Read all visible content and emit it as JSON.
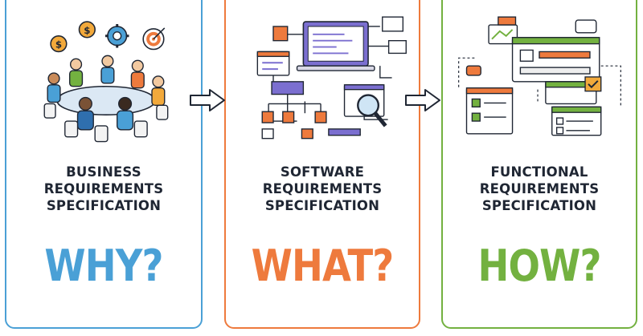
{
  "columns": [
    {
      "title_lines": [
        "BUSINESS",
        "REQUIREMENTS",
        "SPECIFICATION"
      ],
      "question": "WHY?",
      "color": "#4aa0d6"
    },
    {
      "title_lines": [
        "SOFTWARE",
        "REQUIREMENTS",
        "SPECIFICATION"
      ],
      "question": "WHAT?",
      "color": "#ee7a3d"
    },
    {
      "title_lines": [
        "FUNCTIONAL",
        "REQUIREMENTS",
        "SPECIFICATION"
      ],
      "question": "HOW?",
      "color": "#73b140"
    }
  ],
  "icons": {
    "column1": "business-meeting-icon",
    "column2": "software-architecture-icon",
    "column3": "functional-forms-icon",
    "connector": "right-arrow-icon"
  }
}
